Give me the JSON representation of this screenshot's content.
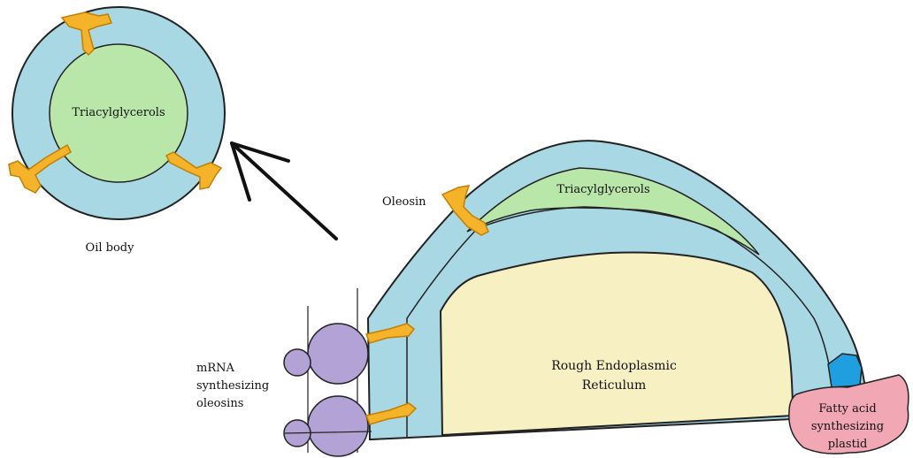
{
  "colors": {
    "membrane": "#a8d8e4",
    "tag": "#b9e6a9",
    "er_lumen": "#f6f0c2",
    "oleosin": "#f4b328",
    "ribosome": "#b3a2d6",
    "plastid_pink": "#f2a8b4",
    "plastid_blue": "#1f9fe0",
    "stroke": "#222222"
  },
  "oil_body": {
    "core_label": "Triacylglycerols",
    "caption": "Oil body"
  },
  "er": {
    "tag_label": "Triacylglycerols",
    "oleosin_label": "Oleosin",
    "lumen_label_line1": "Rough Endoplasmic",
    "lumen_label_line2": "Reticulum"
  },
  "mrna": {
    "line1": "mRNA",
    "line2": "synthesizing",
    "line3": "oleosins"
  },
  "plastid": {
    "line1": "Fatty acid",
    "line2": "synthesizing",
    "line3": "plastid"
  }
}
